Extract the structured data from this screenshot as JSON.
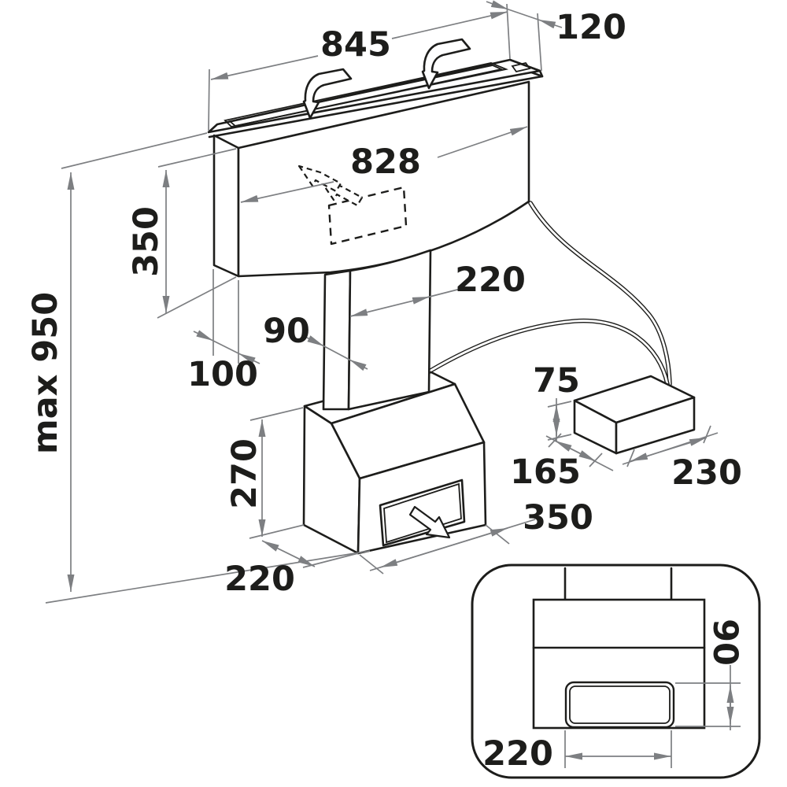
{
  "drawing": {
    "kind": "technical-dimension-diagram",
    "subject": "downdraft extractor hood installation dimensions",
    "dims": {
      "top_panel_width": "845",
      "top_panel_depth": "120",
      "front_panel_width": "828",
      "front_panel_height": "350",
      "max_install_height": "max 950",
      "rear_offset_depth": "100",
      "duct_depth": "90",
      "duct_width": "220",
      "base_unit_height": "270",
      "base_unit_depth": "220",
      "base_unit_width": "350",
      "control_box_height": "75",
      "control_box_depth": "165",
      "control_box_width": "230",
      "detail_outlet_height": "90",
      "detail_outlet_width": "220"
    },
    "symbols": {
      "fold_arrow": "fold-down-into-slot-arrow",
      "intake_arrow": "dashed-airflow-intake-arrow",
      "outlet_arrow": "air-outlet-flow-arrow"
    },
    "colors": {
      "line": "#1d1d1b",
      "dimension": "#7d7f82",
      "label": "#1d1d1b",
      "background": "#ffffff"
    }
  }
}
